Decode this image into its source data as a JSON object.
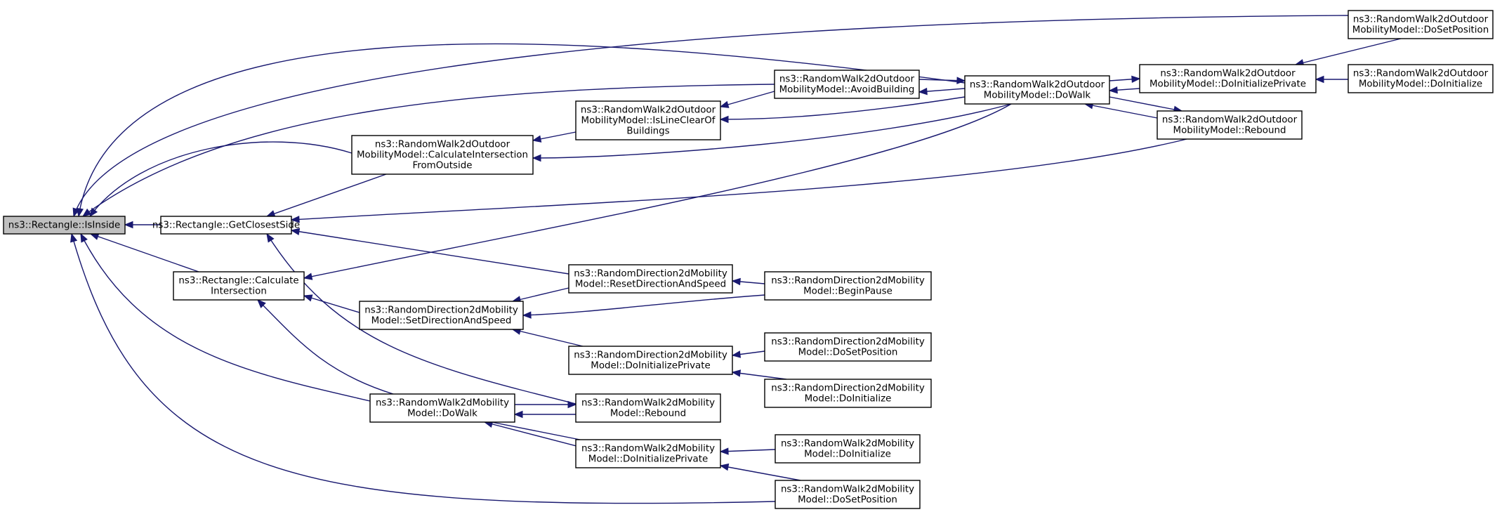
{
  "nodes": [
    {
      "id": "isinside",
      "lines": [
        "ns3::Rectangle::IsInside"
      ]
    },
    {
      "id": "getclosest",
      "lines": [
        "ns3::Rectangle::GetClosestSide"
      ]
    },
    {
      "id": "calcinter",
      "lines": [
        "ns3::Rectangle::Calculate",
        "Intersection"
      ]
    },
    {
      "id": "rw2do_dosetpos",
      "lines": [
        "ns3::RandomWalk2dOutdoor",
        "MobilityModel::DoSetPosition"
      ]
    },
    {
      "id": "rw2do_avoid",
      "lines": [
        "ns3::RandomWalk2dOutdoor",
        "MobilityModel::AvoidBuilding"
      ]
    },
    {
      "id": "rw2do_dowalk",
      "lines": [
        "ns3::RandomWalk2dOutdoor",
        "MobilityModel::DoWalk"
      ]
    },
    {
      "id": "rw2do_doinitpriv",
      "lines": [
        "ns3::RandomWalk2dOutdoor",
        "MobilityModel::DoInitializePrivate"
      ]
    },
    {
      "id": "rw2do_doinit",
      "lines": [
        "ns3::RandomWalk2dOutdoor",
        "MobilityModel::DoInitialize"
      ]
    },
    {
      "id": "rw2do_lineclear",
      "lines": [
        "ns3::RandomWalk2dOutdoor",
        "MobilityModel::IsLineClearOf",
        "Buildings"
      ]
    },
    {
      "id": "rw2do_rebound",
      "lines": [
        "ns3::RandomWalk2dOutdoor",
        "MobilityModel::Rebound"
      ]
    },
    {
      "id": "rw2do_calcinter",
      "lines": [
        "ns3::RandomWalk2dOutdoor",
        "MobilityModel::CalculateIntersection",
        "FromOutside"
      ]
    },
    {
      "id": "rd2d_reset",
      "lines": [
        "ns3::RandomDirection2dMobility",
        "Model::ResetDirectionAndSpeed"
      ]
    },
    {
      "id": "rd2d_beginpause",
      "lines": [
        "ns3::RandomDirection2dMobility",
        "Model::BeginPause"
      ]
    },
    {
      "id": "rd2d_setdir",
      "lines": [
        "ns3::RandomDirection2dMobility",
        "Model::SetDirectionAndSpeed"
      ]
    },
    {
      "id": "rd2d_doinitpriv",
      "lines": [
        "ns3::RandomDirection2dMobility",
        "Model::DoInitializePrivate"
      ]
    },
    {
      "id": "rd2d_dosetpos",
      "lines": [
        "ns3::RandomDirection2dMobility",
        "Model::DoSetPosition"
      ]
    },
    {
      "id": "rd2d_doinit",
      "lines": [
        "ns3::RandomDirection2dMobility",
        "Model::DoInitialize"
      ]
    },
    {
      "id": "rw2d_dowalk",
      "lines": [
        "ns3::RandomWalk2dMobility",
        "Model::DoWalk"
      ]
    },
    {
      "id": "rw2d_rebound",
      "lines": [
        "ns3::RandomWalk2dMobility",
        "Model::Rebound"
      ]
    },
    {
      "id": "rw2d_doinitpriv",
      "lines": [
        "ns3::RandomWalk2dMobility",
        "Model::DoInitializePrivate"
      ]
    },
    {
      "id": "rw2d_doinit",
      "lines": [
        "ns3::RandomWalk2dMobility",
        "Model::DoInitialize"
      ]
    },
    {
      "id": "rw2d_dosetpos",
      "lines": [
        "ns3::RandomWalk2dMobility",
        "Model::DoSetPosition"
      ]
    }
  ],
  "edges": [
    {
      "from": "getclosest",
      "to": "isinside"
    },
    {
      "from": "calcinter",
      "to": "isinside"
    },
    {
      "from": "rw2do_dosetpos",
      "to": "isinside"
    },
    {
      "from": "rw2do_avoid",
      "to": "isinside"
    },
    {
      "from": "rw2do_dowalk",
      "to": "isinside"
    },
    {
      "from": "rw2do_calcinter",
      "to": "isinside"
    },
    {
      "from": "rw2d_dowalk",
      "to": "isinside"
    },
    {
      "from": "rw2d_dosetpos",
      "to": "isinside"
    },
    {
      "from": "rw2do_calcinter",
      "to": "getclosest"
    },
    {
      "from": "rw2do_rebound",
      "to": "getclosest"
    },
    {
      "from": "rd2d_reset",
      "to": "getclosest"
    },
    {
      "from": "rw2d_rebound",
      "to": "getclosest"
    },
    {
      "from": "rw2do_dowalk",
      "to": "calcinter"
    },
    {
      "from": "rd2d_setdir",
      "to": "calcinter"
    },
    {
      "from": "rw2d_dowalk",
      "to": "calcinter"
    },
    {
      "from": "rw2do_lineclear",
      "to": "rw2do_calcinter"
    },
    {
      "from": "rw2do_dowalk",
      "to": "rw2do_calcinter"
    },
    {
      "from": "rw2do_avoid",
      "to": "rw2do_lineclear"
    },
    {
      "from": "rw2do_dowalk",
      "to": "rw2do_lineclear"
    },
    {
      "from": "rw2do_dowalk",
      "to": "rw2do_avoid"
    },
    {
      "from": "rw2do_avoid",
      "to": "rw2do_dowalk"
    },
    {
      "from": "rw2do_doinitpriv",
      "to": "rw2do_dowalk"
    },
    {
      "from": "rw2do_rebound",
      "to": "rw2do_dowalk"
    },
    {
      "from": "rw2do_dowalk",
      "to": "rw2do_doinitpriv"
    },
    {
      "from": "rw2do_dowalk",
      "to": "rw2do_rebound"
    },
    {
      "from": "rw2do_dosetpos",
      "to": "rw2do_doinitpriv"
    },
    {
      "from": "rw2do_doinit",
      "to": "rw2do_doinitpriv"
    },
    {
      "from": "rd2d_beginpause",
      "to": "rd2d_reset"
    },
    {
      "from": "rd2d_reset",
      "to": "rd2d_setdir"
    },
    {
      "from": "rd2d_beginpause",
      "to": "rd2d_setdir"
    },
    {
      "from": "rd2d_doinitpriv",
      "to": "rd2d_setdir"
    },
    {
      "from": "rd2d_dosetpos",
      "to": "rd2d_doinitpriv"
    },
    {
      "from": "rd2d_doinit",
      "to": "rd2d_doinitpriv"
    },
    {
      "from": "rw2d_rebound",
      "to": "rw2d_dowalk"
    },
    {
      "from": "rw2d_dowalk",
      "to": "rw2d_rebound"
    },
    {
      "from": "rw2d_doinitpriv",
      "to": "rw2d_dowalk"
    },
    {
      "from": "rw2d_dowalk",
      "to": "rw2d_doinitpriv"
    },
    {
      "from": "rw2d_doinit",
      "to": "rw2d_doinitpriv"
    },
    {
      "from": "rw2d_dosetpos",
      "to": "rw2d_doinitpriv"
    }
  ]
}
